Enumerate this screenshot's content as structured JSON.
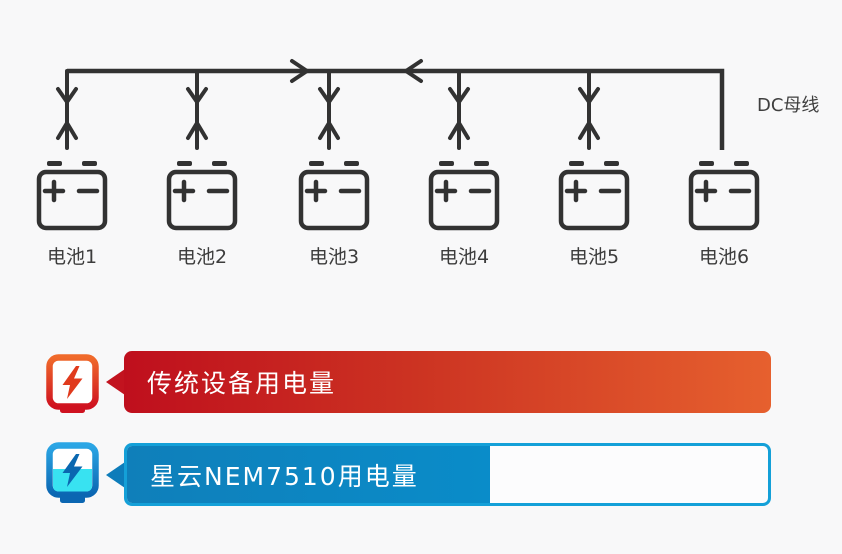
{
  "diagram": {
    "bus_label": "DC母线",
    "batteries": [
      {
        "label": "电池1"
      },
      {
        "label": "电池2"
      },
      {
        "label": "电池3"
      },
      {
        "label": "电池4"
      },
      {
        "label": "电池5"
      },
      {
        "label": "电池6"
      }
    ]
  },
  "bars": {
    "traditional": {
      "label": "传统设备用电量",
      "fill_percent": 100,
      "icon": "power-meter-lightning-red",
      "color_start": "#bf0f1d",
      "color_end": "#e6602e"
    },
    "nebula": {
      "label": "星云NEM7510用电量",
      "fill_percent": 56.6,
      "icon": "power-meter-lightning-blue",
      "fill_color": "#0a86c3",
      "border_color": "#14a0d8",
      "liquid_color": "#38e2f1"
    }
  },
  "colors": {
    "background": "#f8f8f9",
    "diagram_line": "#323232",
    "label_text": "#3c3c3c"
  }
}
